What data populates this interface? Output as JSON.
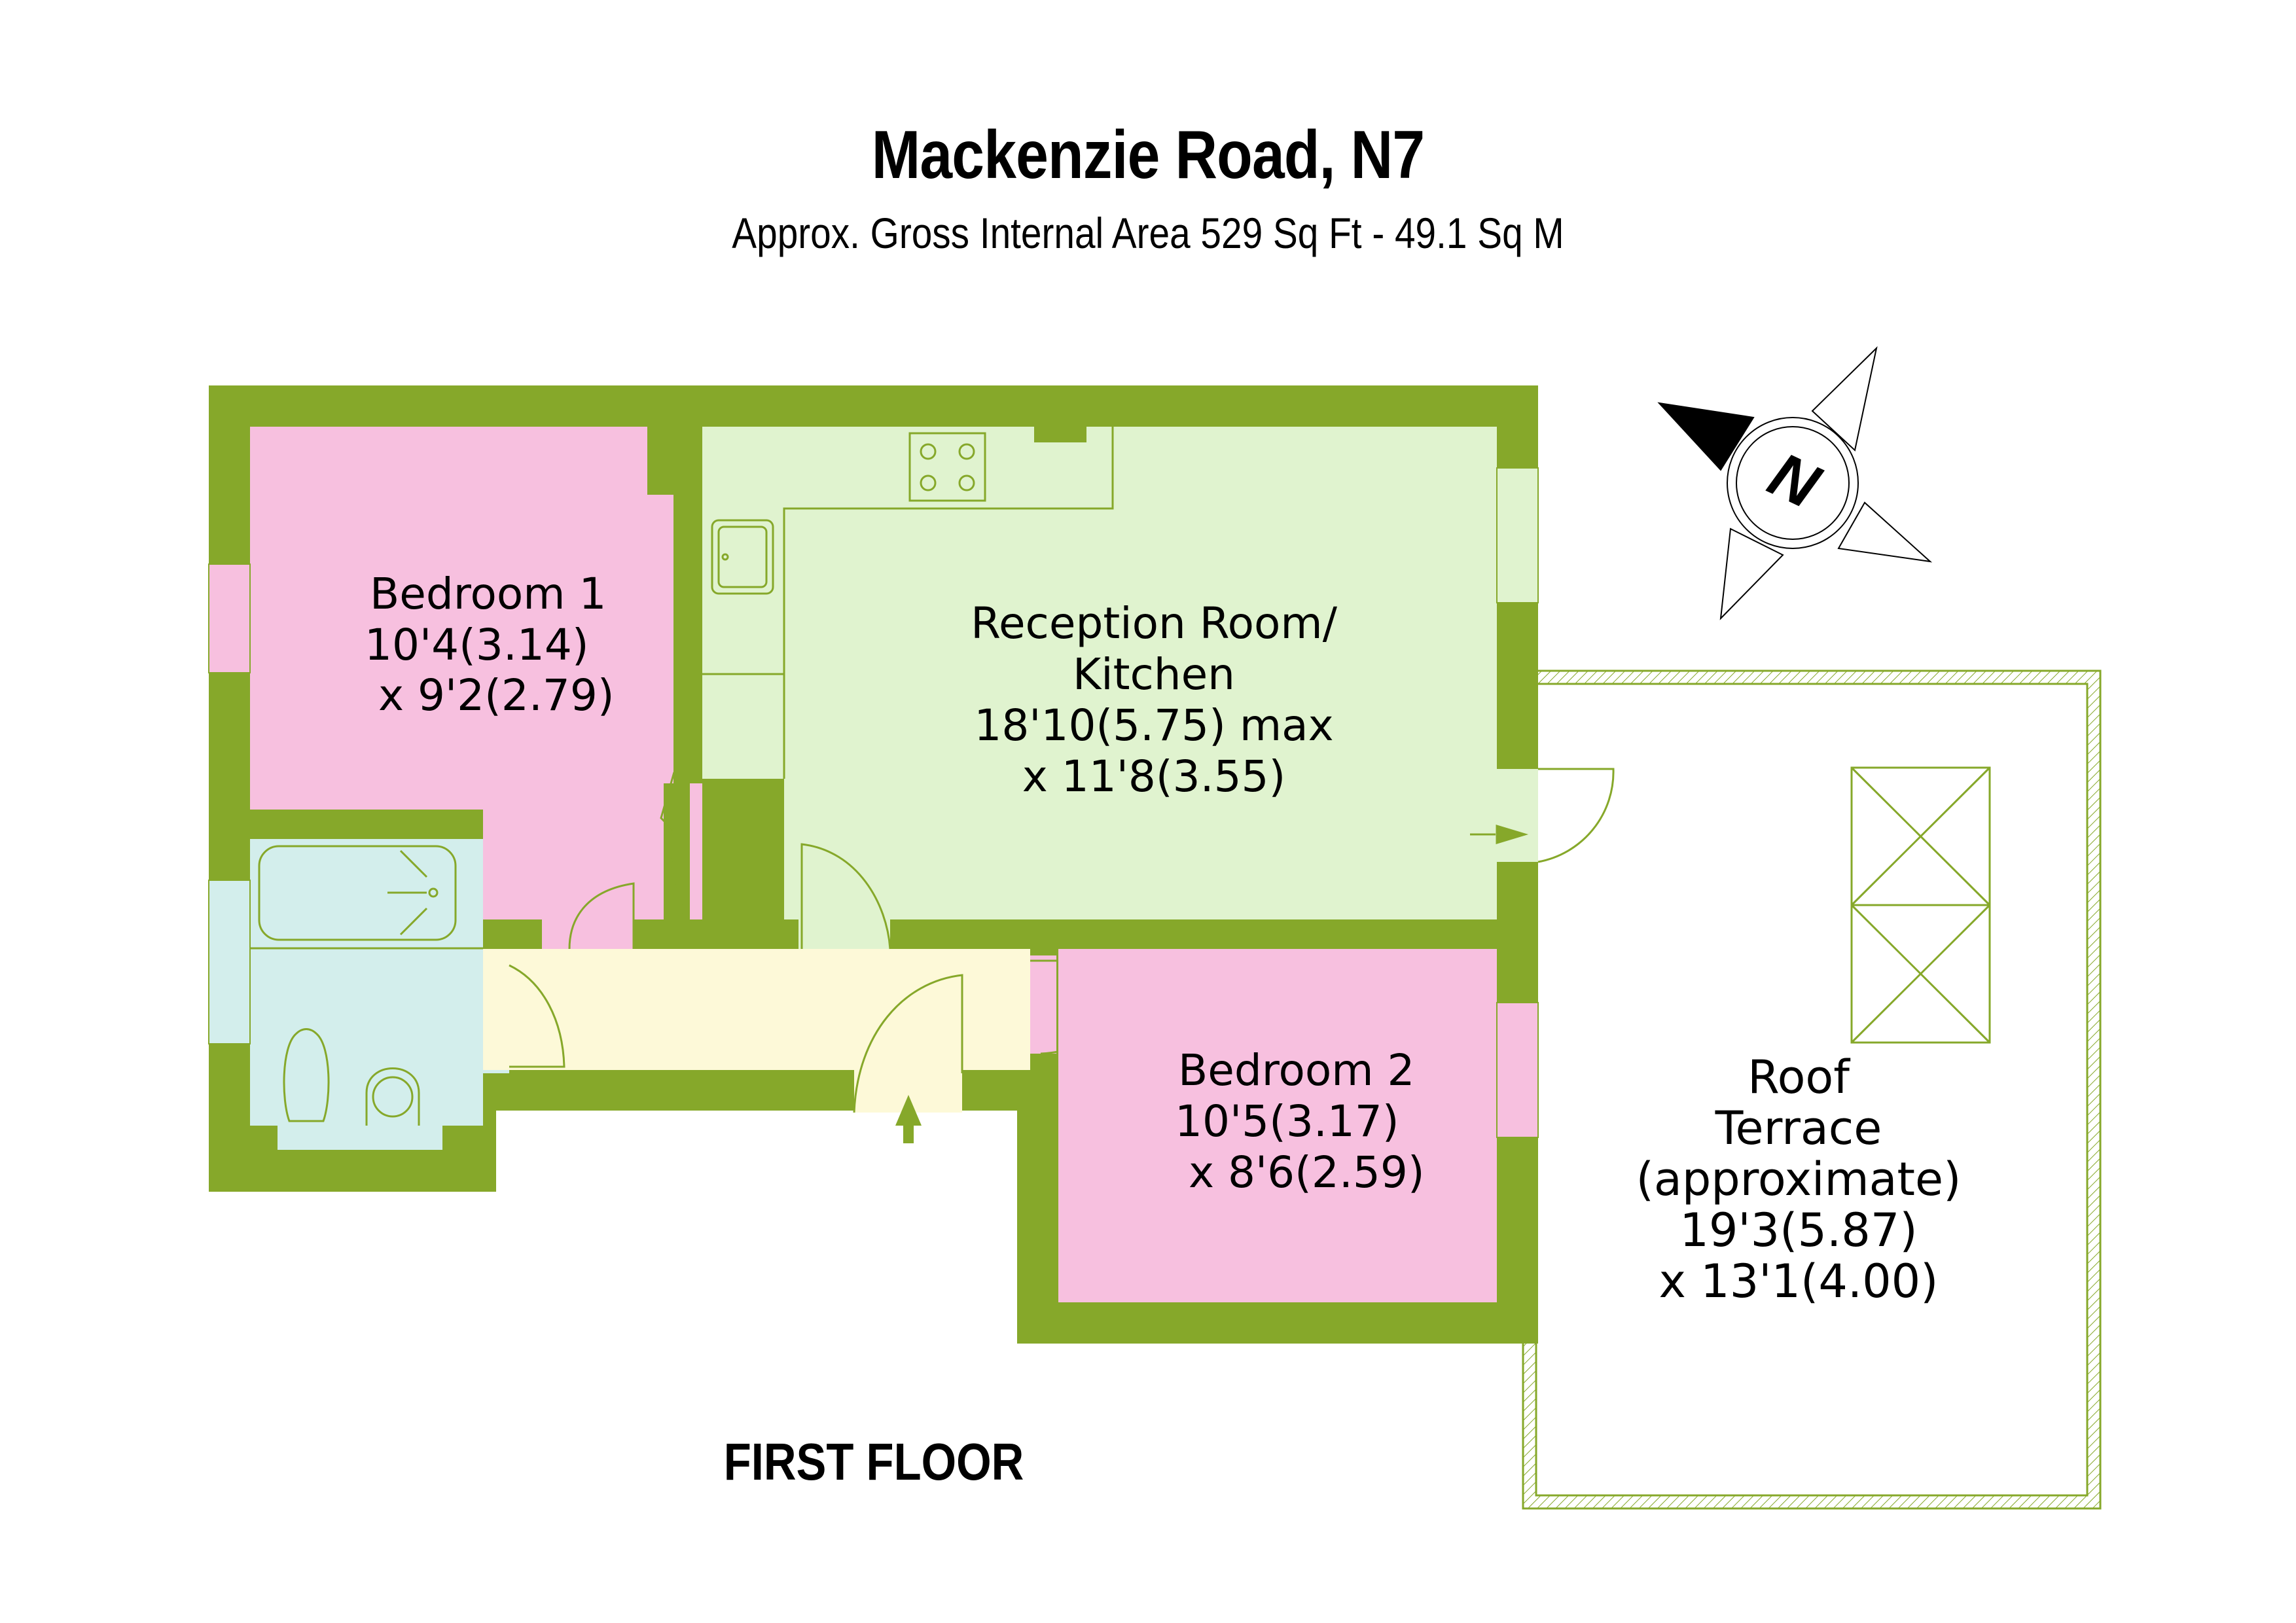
{
  "header": {
    "title": "Mackenzie Road, N7",
    "subtitle": "Approx. Gross Internal Area 529 Sq Ft - 49.1 Sq M"
  },
  "floor_label": "FIRST FLOOR",
  "compass": {
    "label": "N",
    "icon": "north-compass-icon"
  },
  "colors": {
    "wall": "#86a82a",
    "bedroom": "#f7c0df",
    "reception_kitchen": "#e0f3cf",
    "bathroom": "#d3eeec",
    "hallway": "#fdf9d8",
    "terrace_outline": "#86a82a",
    "background": "#ffffff"
  },
  "rooms": {
    "bedroom1": {
      "name": "Bedroom 1",
      "dim1": "10'4(3.14)",
      "dim2": " x 9'2(2.79)"
    },
    "reception": {
      "name1": "Reception Room/",
      "name2": "Kitchen",
      "dim1": "18'10(5.75) max",
      "dim2": "x 11'8(3.55)"
    },
    "bedroom2": {
      "name": "Bedroom 2",
      "dim1": "10'5(3.17)",
      "dim2": " x 8'6(2.59)"
    },
    "terrace": {
      "name1": "Roof",
      "name2": "Terrace",
      "name3": "(approximate)",
      "dim1": "19'3(5.87)",
      "dim2": "x 13'1(4.00)"
    }
  },
  "entrance": {
    "icon": "entrance-arrow-icon"
  }
}
